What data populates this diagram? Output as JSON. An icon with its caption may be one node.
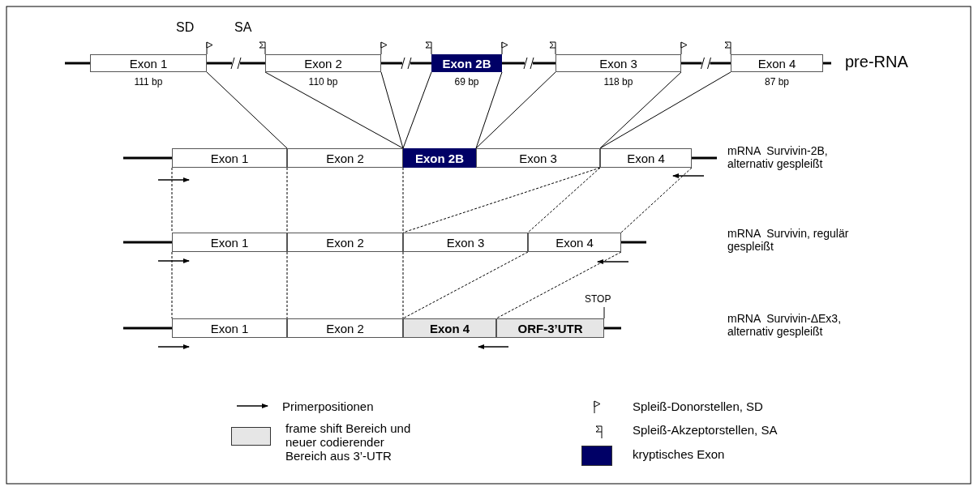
{
  "diagram": {
    "nodes": [
      {
        "text": [
          "Exon 1"
        ],
        "beside": [
          "111 bp"
        ]
      },
      {
        "text": [
          "Exon 2"
        ],
        "beside": [
          "110 bp"
        ]
      },
      {
        "text": [
          "Exon 2B"
        ],
        "beside": [
          "69 bp"
        ]
      },
      {
        "text": [
          "Exon 3"
        ],
        "beside": [
          "118 bp"
        ]
      },
      {
        "text": [
          "Exon 4"
        ],
        "beside": [
          "87 bp"
        ]
      },
      {
        "text": [
          "Exon 1"
        ]
      },
      {
        "text": [
          "Exon 2"
        ]
      },
      {
        "text": [
          "Exon 2B"
        ]
      },
      {
        "text": [
          "Exon 3"
        ]
      },
      {
        "text": [
          "Exon 4"
        ]
      },
      {
        "text": [
          "Exon 1"
        ]
      },
      {
        "text": [
          "Exon 2"
        ]
      },
      {
        "text": [
          "Exon 3"
        ]
      },
      {
        "text": [
          "Exon 4"
        ]
      },
      {
        "text": [
          "Exon 1"
        ]
      },
      {
        "text": [
          "Exon 2"
        ]
      },
      {
        "text": [
          "Exon 4"
        ]
      },
      {
        "text": [
          "ORF-3’UTR"
        ],
        "beside": [
          "STOP"
        ]
      }
    ],
    "edges": [
      {
        "from": 0,
        "to": 5,
        "arrow": "none"
      },
      {
        "from": 1,
        "to": 6,
        "arrow": "none"
      },
      {
        "from": 1,
        "to": 6,
        "arrow": "none"
      },
      {
        "from": 2,
        "to": 7,
        "arrow": "none"
      },
      {
        "from": 2,
        "to": 7,
        "arrow": "none"
      },
      {
        "from": 3,
        "to": 8,
        "arrow": "none"
      },
      {
        "from": 3,
        "to": 8,
        "arrow": "none"
      },
      {
        "from": 4,
        "to": 9,
        "arrow": "none"
      },
      {
        "from": 5,
        "to": 10,
        "arrow": "none",
        "style": "dashed"
      },
      {
        "from": 6,
        "to": 11,
        "arrow": "none",
        "style": "dashed"
      },
      {
        "from": 6,
        "to": 11,
        "arrow": "none",
        "style": "dashed"
      },
      {
        "from": 8,
        "to": 12,
        "arrow": "none",
        "style": "dashed"
      },
      {
        "from": 9,
        "to": 13,
        "arrow": "none",
        "style": "dashed"
      },
      {
        "from": 9,
        "to": 13,
        "arrow": "none",
        "style": "dashed"
      },
      {
        "from": 10,
        "to": 14,
        "arrow": "none",
        "style": "dashed"
      },
      {
        "from": 11,
        "to": 15,
        "arrow": "none",
        "style": "dashed"
      },
      {
        "from": 11,
        "to": 15,
        "arrow": "none",
        "style": "dashed"
      },
      {
        "from": 13,
        "to": 16,
        "arrow": "none",
        "style": "dashed"
      },
      {
        "from": 13,
        "to": 16,
        "arrow": "none",
        "style": "dashed"
      }
    ],
    "labels": [
      "SD",
      "SA",
      "pre-RNA",
      "mRNA  Survivin-2B, alternativ gespleißt",
      "mRNA  Survivin, regulär gespleißt",
      "mRNA  Survivin-ΔEx3, alternativ gespleißt"
    ],
    "legend": [
      {
        "text": "Primerpositionen"
      },
      {
        "text": "frame shift Bereich und neuer codierender Bereich aus 3’-UTR",
        "color": "#e6e6e6"
      },
      {
        "text": "Spleiß-Donorstellen, SD"
      },
      {
        "text": "Spleiß-Akzeptorstellen, SA"
      },
      {
        "text": "kryptisches Exon",
        "color": "#000066"
      }
    ]
  }
}
